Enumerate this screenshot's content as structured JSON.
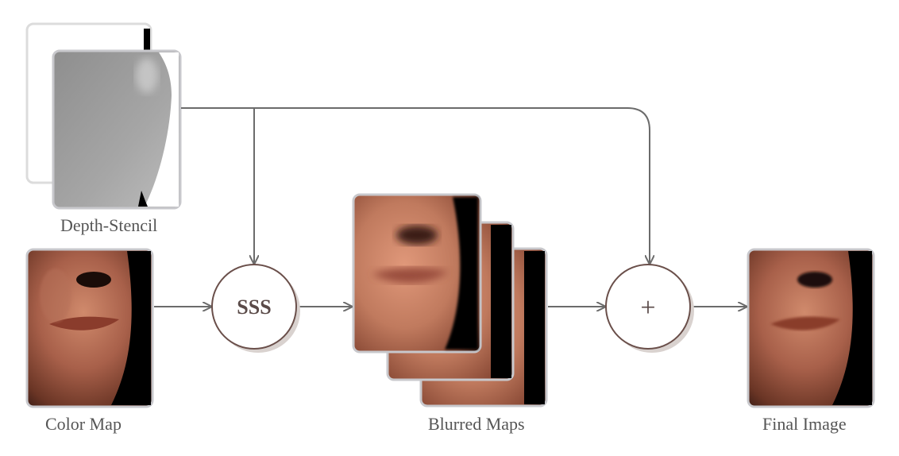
{
  "figure": {
    "labels": {
      "depth_stencil": "Depth-Stencil",
      "color_map": "Color Map",
      "blurred_maps": "Blurred Maps",
      "final_image": "Final Image"
    },
    "nodes": {
      "sss": "SSS",
      "combine": "+"
    }
  }
}
